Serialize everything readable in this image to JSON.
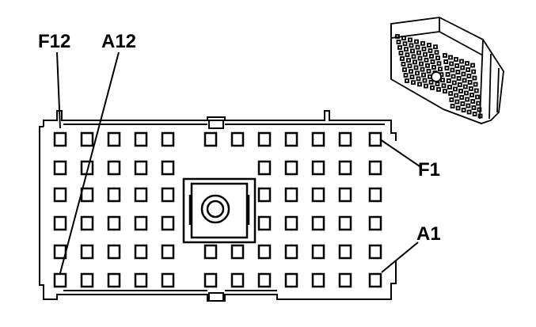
{
  "labels": {
    "f12": "F12",
    "a12": "A12",
    "f1": "F1",
    "a1": "A1"
  },
  "colors": {
    "line": "#000000",
    "background": "#ffffff",
    "shading": "#e6e6e6"
  }
}
